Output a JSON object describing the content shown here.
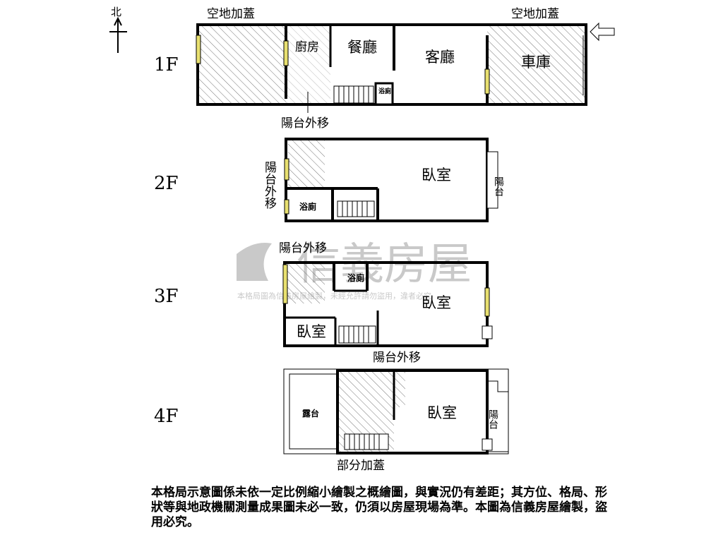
{
  "compass": {
    "label": "北"
  },
  "watermark": {
    "brand": "信義房屋",
    "notice": "本格局圖為信義房屋繪製，未經允許請勿盜用，違者必究"
  },
  "floors": {
    "f1": {
      "label": "1F",
      "annex_left": "空地加蓋",
      "annex_right": "空地加蓋",
      "kitchen": "廚房",
      "dining": "餐廳",
      "living": "客廳",
      "garage": "車庫",
      "bath": "浴廁",
      "balcony_moved": "陽台外移"
    },
    "f2": {
      "label": "2F",
      "balcony_moved": "陽台外移",
      "bath": "浴廁",
      "bedroom": "臥室",
      "balcony": "陽台"
    },
    "f3": {
      "label": "3F",
      "balcony_moved_top": "陽台外移",
      "bath": "浴廁",
      "bedroom_left": "臥室",
      "bedroom_right": "臥室",
      "balcony_moved_bottom": "陽台外移"
    },
    "f4": {
      "label": "4F",
      "terrace": "露台",
      "bedroom": "臥室",
      "balcony": "陽台",
      "partial_annex": "部分加蓋"
    }
  },
  "disclaimer": "本格局示意圖係未依一定比例縮小繪製之概繪圖，與實況仍有差距；其方位、格局、形狀等與地政機關測量成果圖未必一致，仍須以房屋現場為準。本圖為信義房屋繪製，盜用必究。"
}
